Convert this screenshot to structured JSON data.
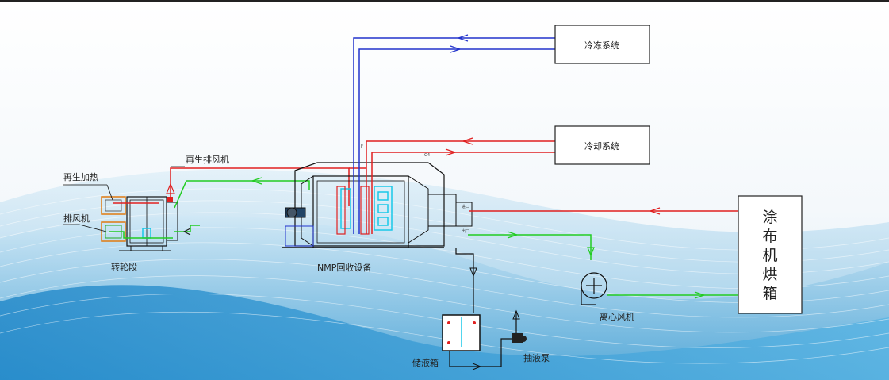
{
  "boxes": {
    "freezing_system": "冷冻系统",
    "cooling_system": "冷却系统",
    "coater_oven": [
      "涂",
      "布",
      "机",
      "烘",
      "箱"
    ]
  },
  "labels": {
    "regen_heating": "再生加热",
    "exhaust_fan": "排风机",
    "regen_exhaust_fan": "再生排风机",
    "rotor_section": "转轮段",
    "nmp_recovery": "NMP回收设备",
    "centrifugal_fan": "离心风机",
    "storage_tank": "储液箱",
    "pump": "抽液泵"
  },
  "small_labels": {
    "port_right_top": "进口",
    "port_right_bottom": "出口",
    "port_top": "G4",
    "port_top_left": "F"
  },
  "colors": {
    "blue": "#2233cc",
    "red": "#e02020",
    "green": "#22cc22",
    "cyan": "#18c8e8",
    "black": "#111111"
  }
}
